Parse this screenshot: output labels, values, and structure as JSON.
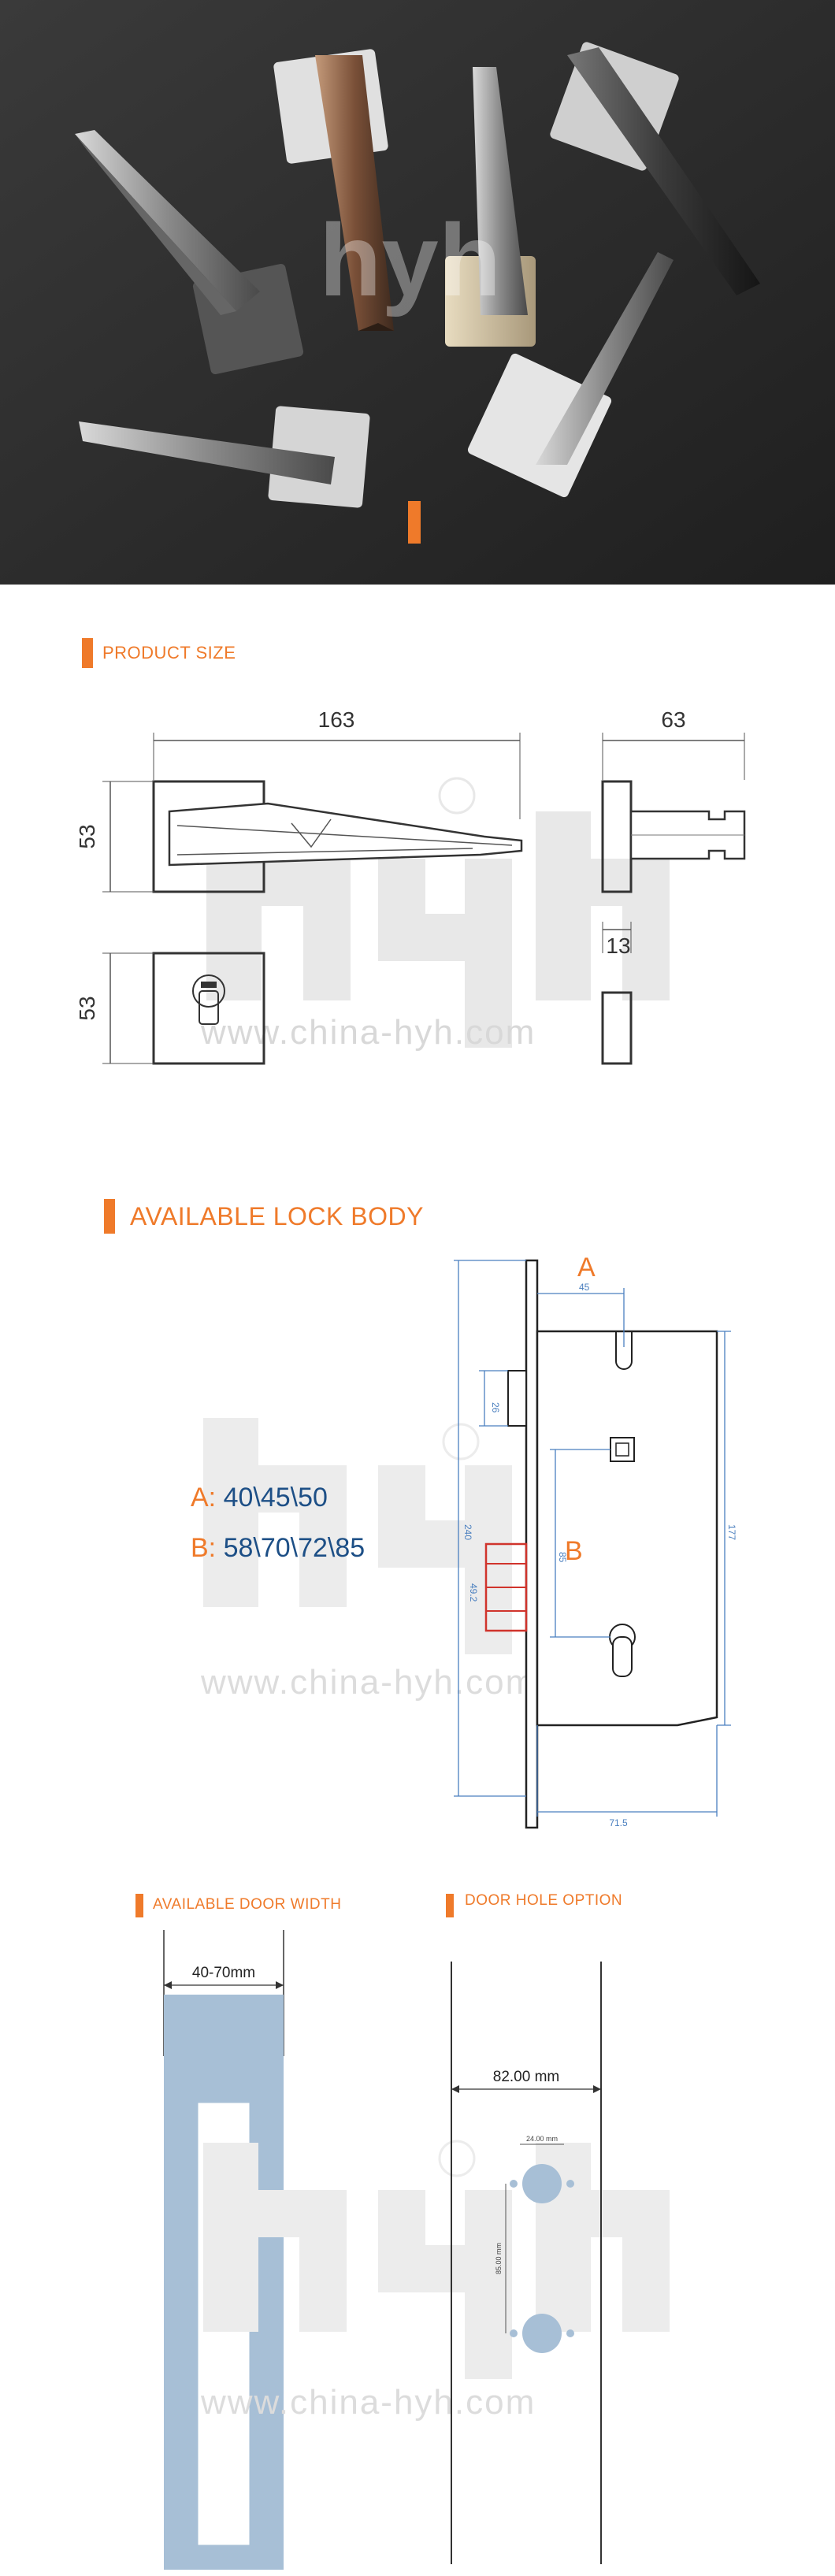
{
  "hero": {
    "watermark": "hyh"
  },
  "product_size": {
    "title": "PRODUCT SIZE",
    "dims": {
      "handle_length": "163",
      "handle_depth": "63",
      "rose_height": "53",
      "rose_height_2": "53",
      "rose_thickness": "13"
    },
    "watermark": "www.china-hyh.com"
  },
  "lock_body": {
    "title": "AVAILABLE LOCK BODY",
    "a_key": "A:",
    "a_values": "40\\45\\50",
    "b_key": "B:",
    "b_values": "58\\70\\72\\85",
    "drawing": {
      "label_a": "A",
      "label_b": "B",
      "dim_45": "45",
      "dim_26": "26",
      "dim_240": "240",
      "dim_85": "85",
      "dim_49_2": "49.2",
      "dim_177": "177",
      "dim_71_5": "71.5"
    },
    "watermark": "www.china-hyh.com"
  },
  "door_width": {
    "title": "AVAILABLE DOOR WIDTH",
    "range": "40-70mm"
  },
  "door_hole": {
    "title": "DOOR HOLE OPTION",
    "width": "82.00 mm",
    "hole_dia": "24.00 mm",
    "hole_spacing": "85.00 mm"
  },
  "footer_watermark": "www.china-hyh.com",
  "colors": {
    "accent": "#ef7a2a",
    "dim_blue": "#1d4f86",
    "door_blue": "#a7bfd6",
    "hero_bg": "#2b2b2b"
  }
}
